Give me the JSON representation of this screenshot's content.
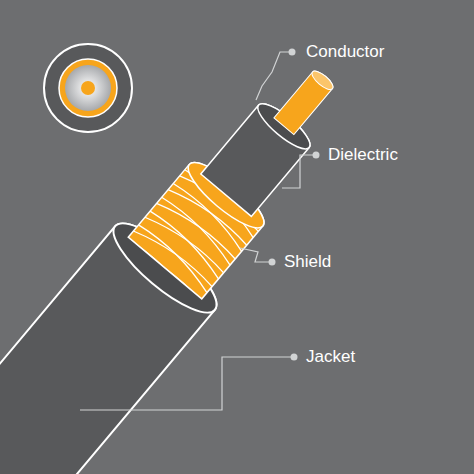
{
  "diagram": {
    "labels": [
      "Conductor",
      "Dielectric",
      "Shield",
      "Jacket"
    ]
  }
}
